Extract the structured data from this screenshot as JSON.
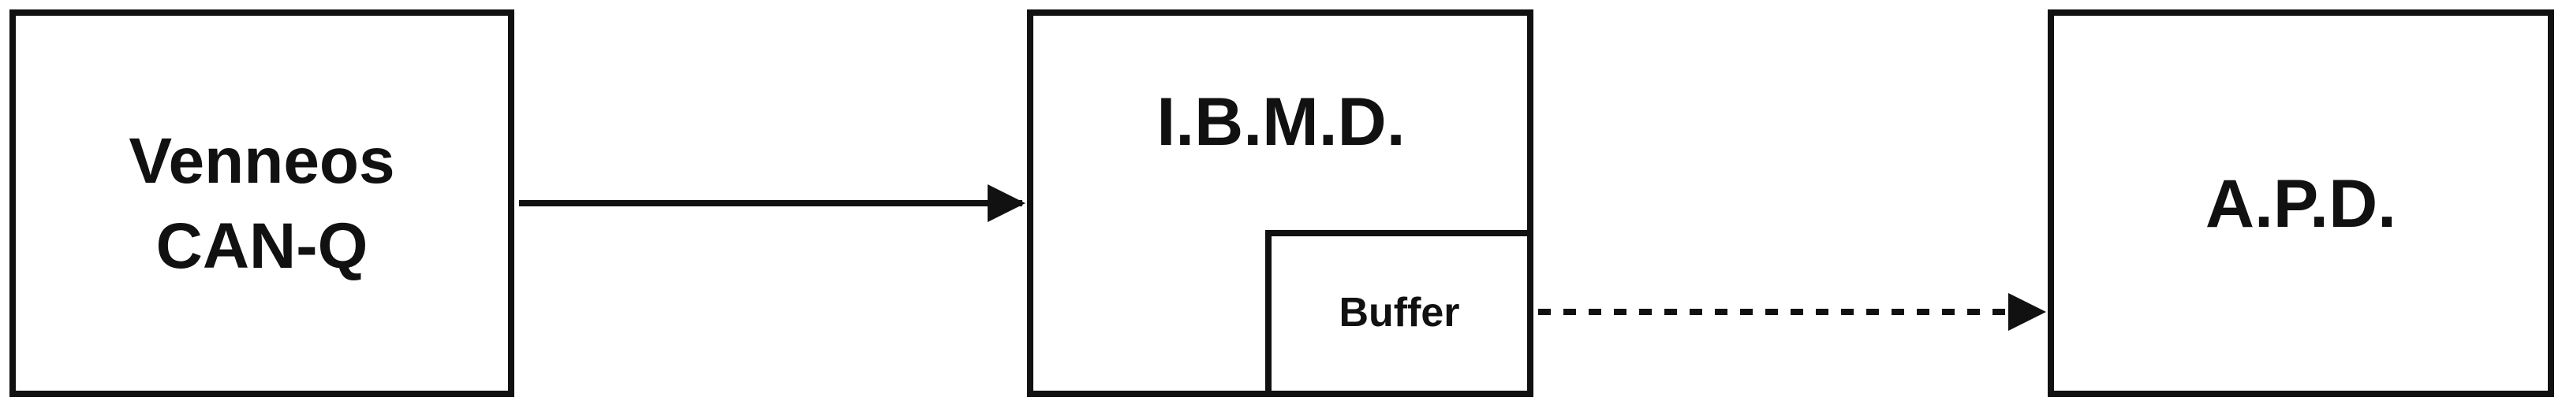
{
  "diagram": {
    "nodes": {
      "source": {
        "line1": "Venneos",
        "line2": "CAN-Q"
      },
      "ibmd": {
        "label": "I.B.M.D."
      },
      "buffer": {
        "label": "Buffer"
      },
      "apd": {
        "label": "A.P.D."
      }
    },
    "edges": [
      {
        "from": "Venneos CAN-Q",
        "to": "I.B.M.D.",
        "style": "solid"
      },
      {
        "from": "Buffer",
        "to": "A.P.D.",
        "style": "dashed"
      }
    ],
    "colors": {
      "stroke": "#111111",
      "background": "#ffffff"
    }
  }
}
